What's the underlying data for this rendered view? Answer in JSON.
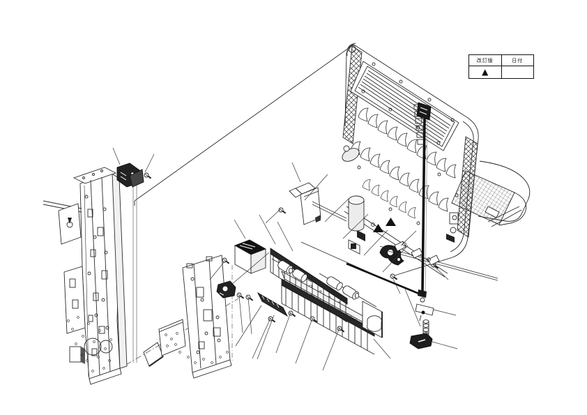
{
  "page": {
    "background_color": "#ffffff",
    "line_color": "#2a2a2a"
  },
  "revision_table": {
    "headers": [
      "改訂版",
      "日付"
    ],
    "rows": [
      {
        "revision_mark": "▲",
        "date": ""
      }
    ]
  },
  "diagram": {
    "type": "exploded-parts-diagram",
    "description": "Exploded isometric line drawing of a printer/copier paper conveying unit: main frame assembly at upper right with output tray, two side frame panels at left, and a central exploded paper-feed guide with rollers, shafts, brackets, screws and leader lines.",
    "revision_markers": [
      {
        "symbol": "▲"
      },
      {
        "symbol": "▲"
      }
    ]
  }
}
